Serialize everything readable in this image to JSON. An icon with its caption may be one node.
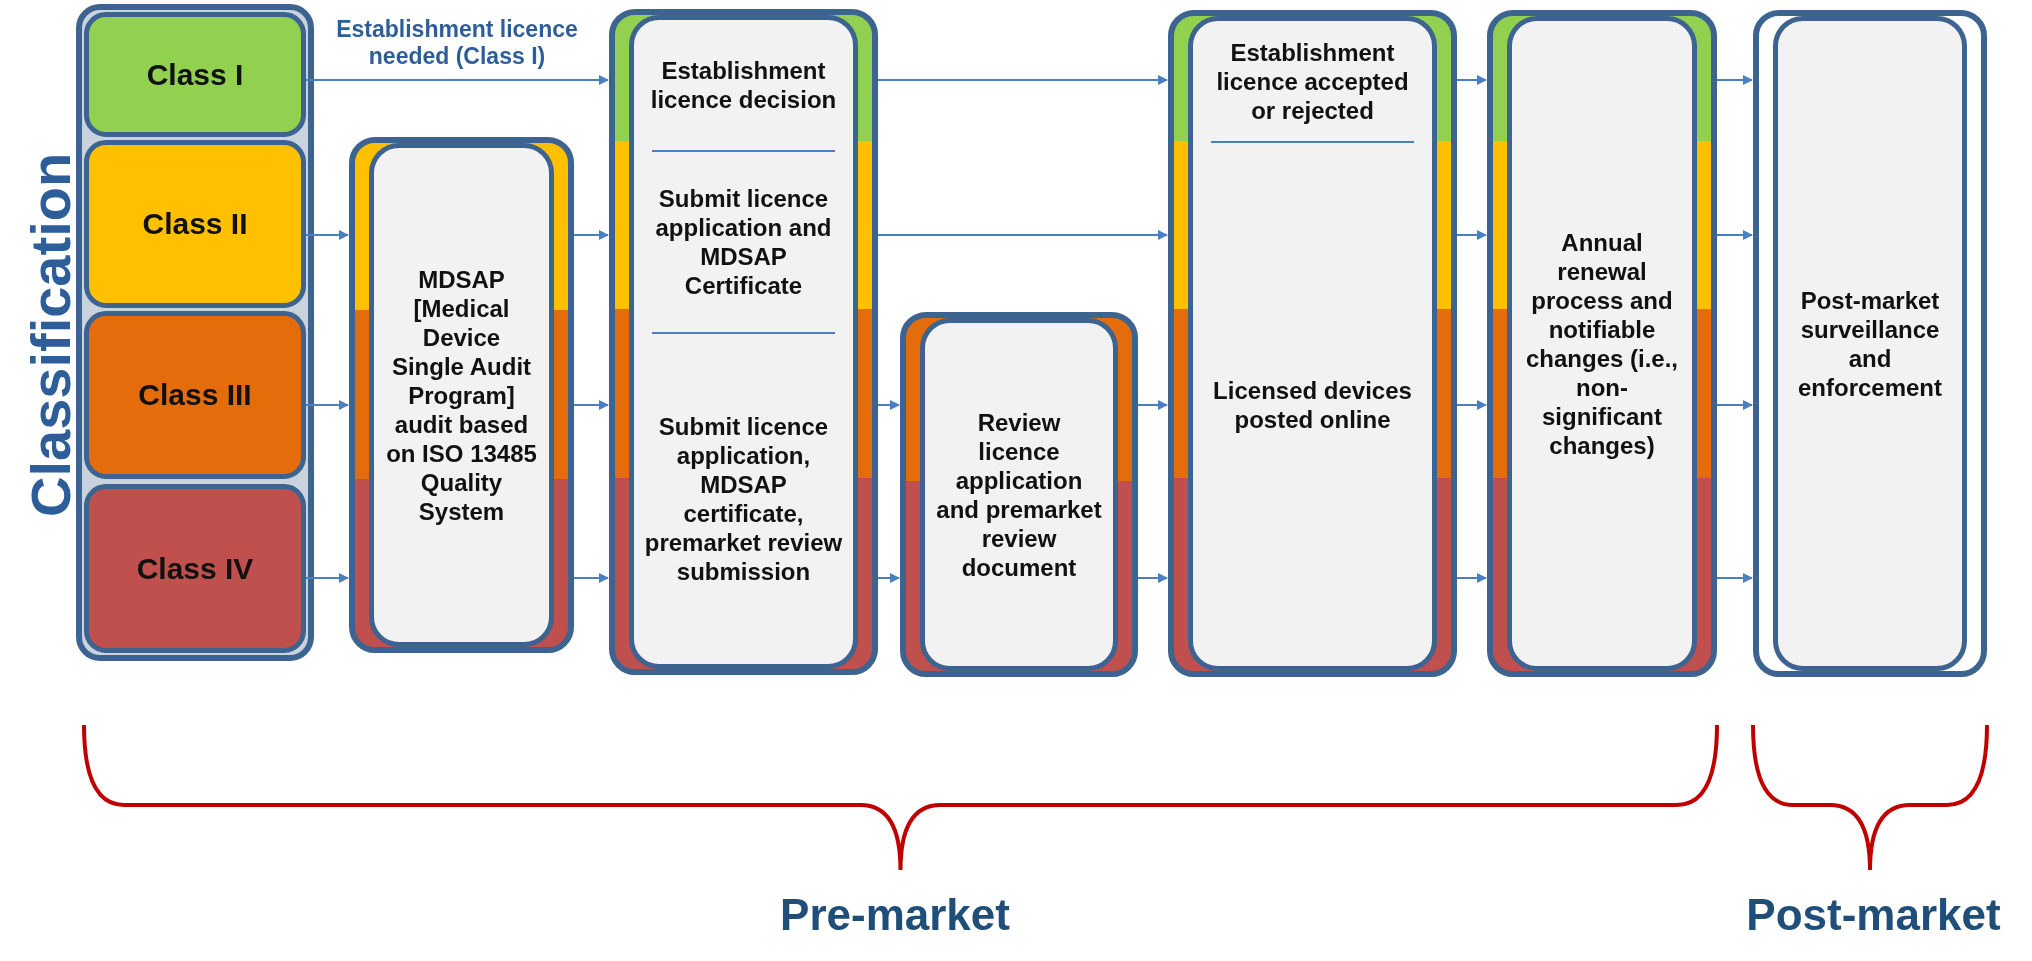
{
  "diagram": {
    "nodes": [
      {
        "text": [
          "Class I"
        ]
      },
      {
        "text": [
          "Class II"
        ]
      },
      {
        "text": [
          "Class III"
        ]
      },
      {
        "text": [
          "Class IV"
        ]
      },
      {
        "text": [
          "MDSAP [Medical Device Single Audit Program] audit based on ISO 13485 Quality System"
        ]
      },
      {
        "text": [
          "Establishment licence decision",
          "Submit licence application and MDSAP Certificate",
          "Submit licence application, MDSAP certificate, premarket review submission"
        ]
      },
      {
        "text": [
          "Review licence application and premarket review document"
        ]
      },
      {
        "text": [
          "Establishment licence accepted or rejected",
          "Licensed devices posted online"
        ]
      },
      {
        "text": [
          "Annual renewal process and notifiable changes (i.e., non-significant changes)"
        ]
      },
      {
        "text": [
          "Post-market surveillance and enforcement"
        ]
      }
    ],
    "edges": [
      {
        "from": 0,
        "to": 5,
        "arrow": "to",
        "label": "Establishment licence needed (Class I)"
      },
      {
        "from": 1,
        "to": 4,
        "arrow": "to"
      },
      {
        "from": 2,
        "to": 4,
        "arrow": "to"
      },
      {
        "from": 3,
        "to": 4,
        "arrow": "to"
      },
      {
        "from": 4,
        "to": 5,
        "arrow": "to"
      },
      {
        "from": 4,
        "to": 5,
        "arrow": "to"
      },
      {
        "from": 4,
        "to": 5,
        "arrow": "to"
      },
      {
        "from": 5,
        "to": 7,
        "arrow": "to"
      },
      {
        "from": 5,
        "to": 7,
        "arrow": "to"
      },
      {
        "from": 5,
        "to": 6,
        "arrow": "to"
      },
      {
        "from": 5,
        "to": 6,
        "arrow": "to"
      },
      {
        "from": 6,
        "to": 7,
        "arrow": "to"
      },
      {
        "from": 6,
        "to": 7,
        "arrow": "to"
      },
      {
        "from": 7,
        "to": 8,
        "arrow": "to"
      },
      {
        "from": 7,
        "to": 8,
        "arrow": "to"
      },
      {
        "from": 7,
        "to": 8,
        "arrow": "to"
      },
      {
        "from": 7,
        "to": 8,
        "arrow": "to"
      },
      {
        "from": 8,
        "to": 9,
        "arrow": "to"
      },
      {
        "from": 8,
        "to": 9,
        "arrow": "to"
      },
      {
        "from": 8,
        "to": 9,
        "arrow": "to"
      },
      {
        "from": 8,
        "to": 9,
        "arrow": "to"
      }
    ],
    "labels": [
      "Classification",
      "Pre-market",
      "Post-market"
    ]
  }
}
